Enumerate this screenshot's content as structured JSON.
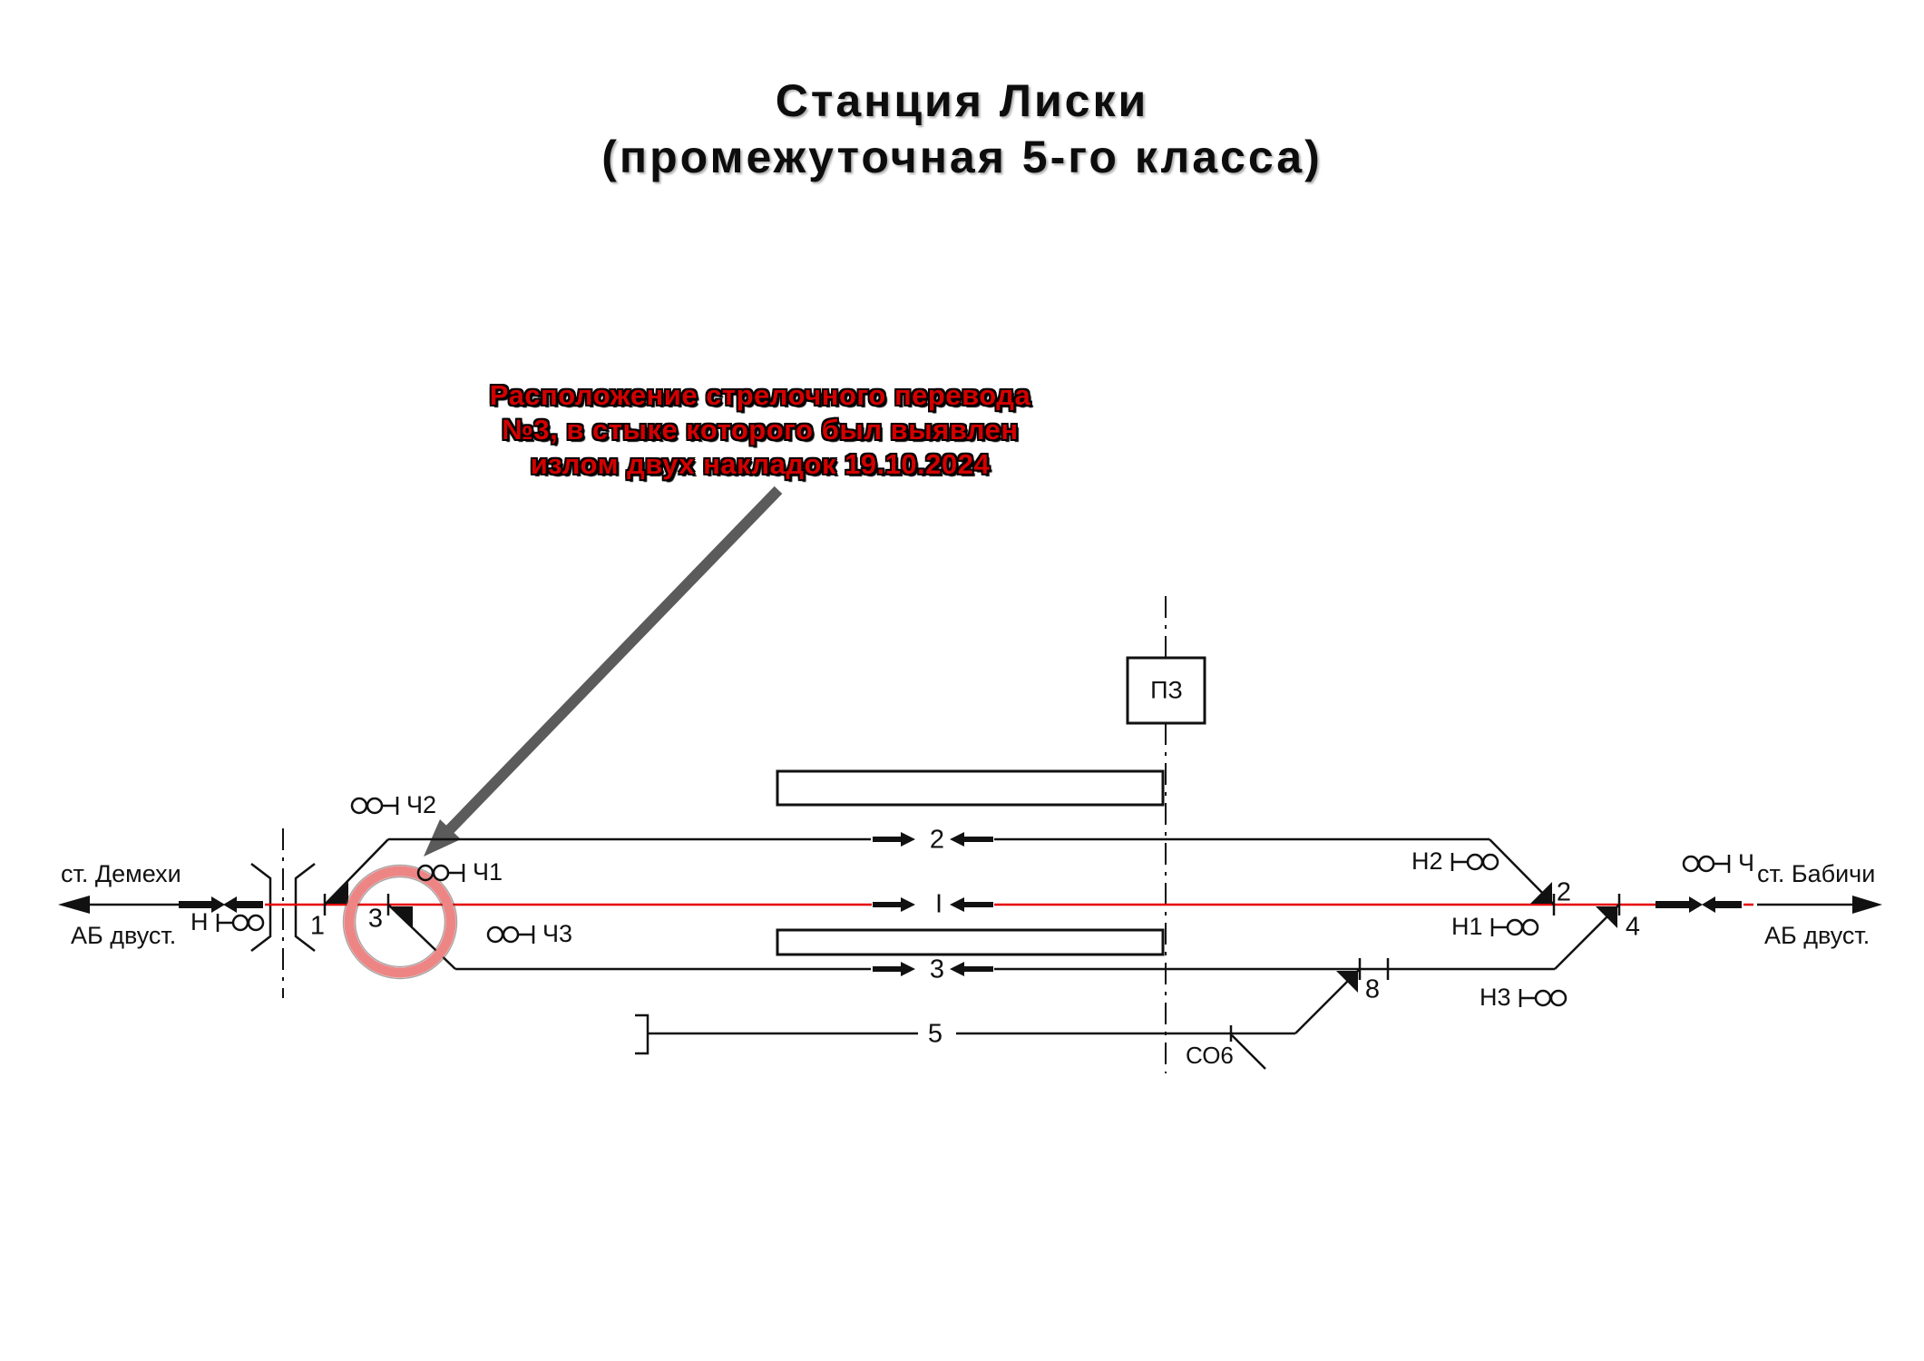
{
  "title": {
    "line1": "Станция Лиски",
    "line2": "(промежуточная 5-го класса)"
  },
  "annotation": {
    "line1": "Расположение стрелочного перевода",
    "line2": "№3, в стыке которого был выявлен",
    "line3": "излом двух накладок 19.10.2024"
  },
  "stations": {
    "left": "ст. Демехи",
    "right": "ст. Бабичи"
  },
  "block_system": {
    "left": "АБ двуст.",
    "right": "АБ двуст."
  },
  "signals": {
    "n": "Н",
    "n1": "Н1",
    "n2": "Н2",
    "n3": "Н3",
    "ch": "Ч",
    "ch1": "Ч1",
    "ch2": "Ч2",
    "ch3": "Ч3"
  },
  "switches": {
    "sw1": "1",
    "sw2": "2",
    "sw3": "3",
    "sw4": "4",
    "sw8": "8"
  },
  "tracks": {
    "track2": "2",
    "main": "I",
    "track3": "3",
    "track5": "5"
  },
  "buildings": {
    "pz": "ПЗ"
  },
  "derail": {
    "so6": "СО6"
  },
  "colors": {
    "main_track_red": "#e60000",
    "highlight_circle": "#ee8585",
    "annotation_red": "#d40000",
    "pointer_gray": "#5b5b5b",
    "line_black": "#111111"
  }
}
